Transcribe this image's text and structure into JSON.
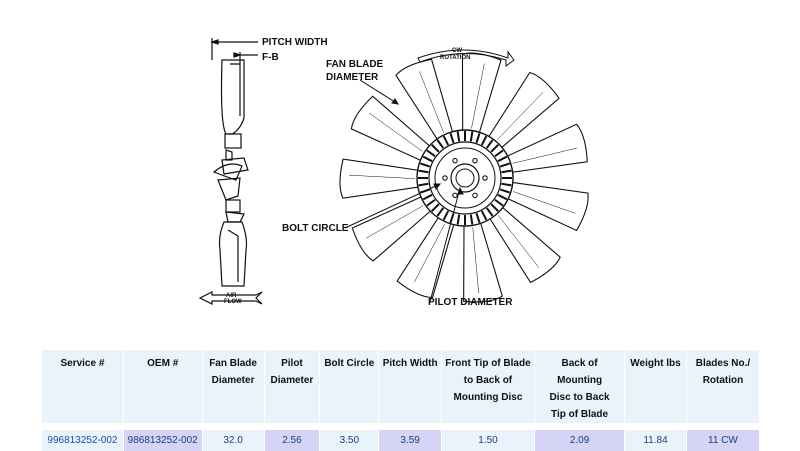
{
  "diagram": {
    "labels": {
      "pitch_width": "PITCH WIDTH",
      "fb": "F-B",
      "fan_blade_diameter_1": "FAN BLADE",
      "fan_blade_diameter_2": "DIAMETER",
      "cw_rotation_1": "CW",
      "cw_rotation_2": "ROTATION",
      "bolt_circle": "BOLT CIRCLE",
      "pilot_diameter": "PILOT DIAMETER",
      "air_flow_1": "AIR",
      "air_flow_2": "FLOW"
    },
    "blade_count": 11
  },
  "table": {
    "headers": [
      [
        "Service #"
      ],
      [
        "OEM #"
      ],
      [
        "Fan Blade",
        "Diameter"
      ],
      [
        "Pilot",
        "Diameter"
      ],
      [
        "Bolt Circle"
      ],
      [
        "Pitch Width"
      ],
      [
        "Front Tip of Blade",
        "to Back of",
        "Mounting Disc"
      ],
      [
        "Back of Mounting",
        "Disc to Back",
        "Tip of Blade"
      ],
      [
        "Weight lbs"
      ],
      [
        "Blades No./",
        "Rotation"
      ]
    ],
    "row": [
      "996813252-002",
      "986813252-002",
      "32.0",
      "2.56",
      "3.50",
      "3.59",
      "1.50",
      "2.09",
      "11.84",
      "11 CW"
    ]
  }
}
